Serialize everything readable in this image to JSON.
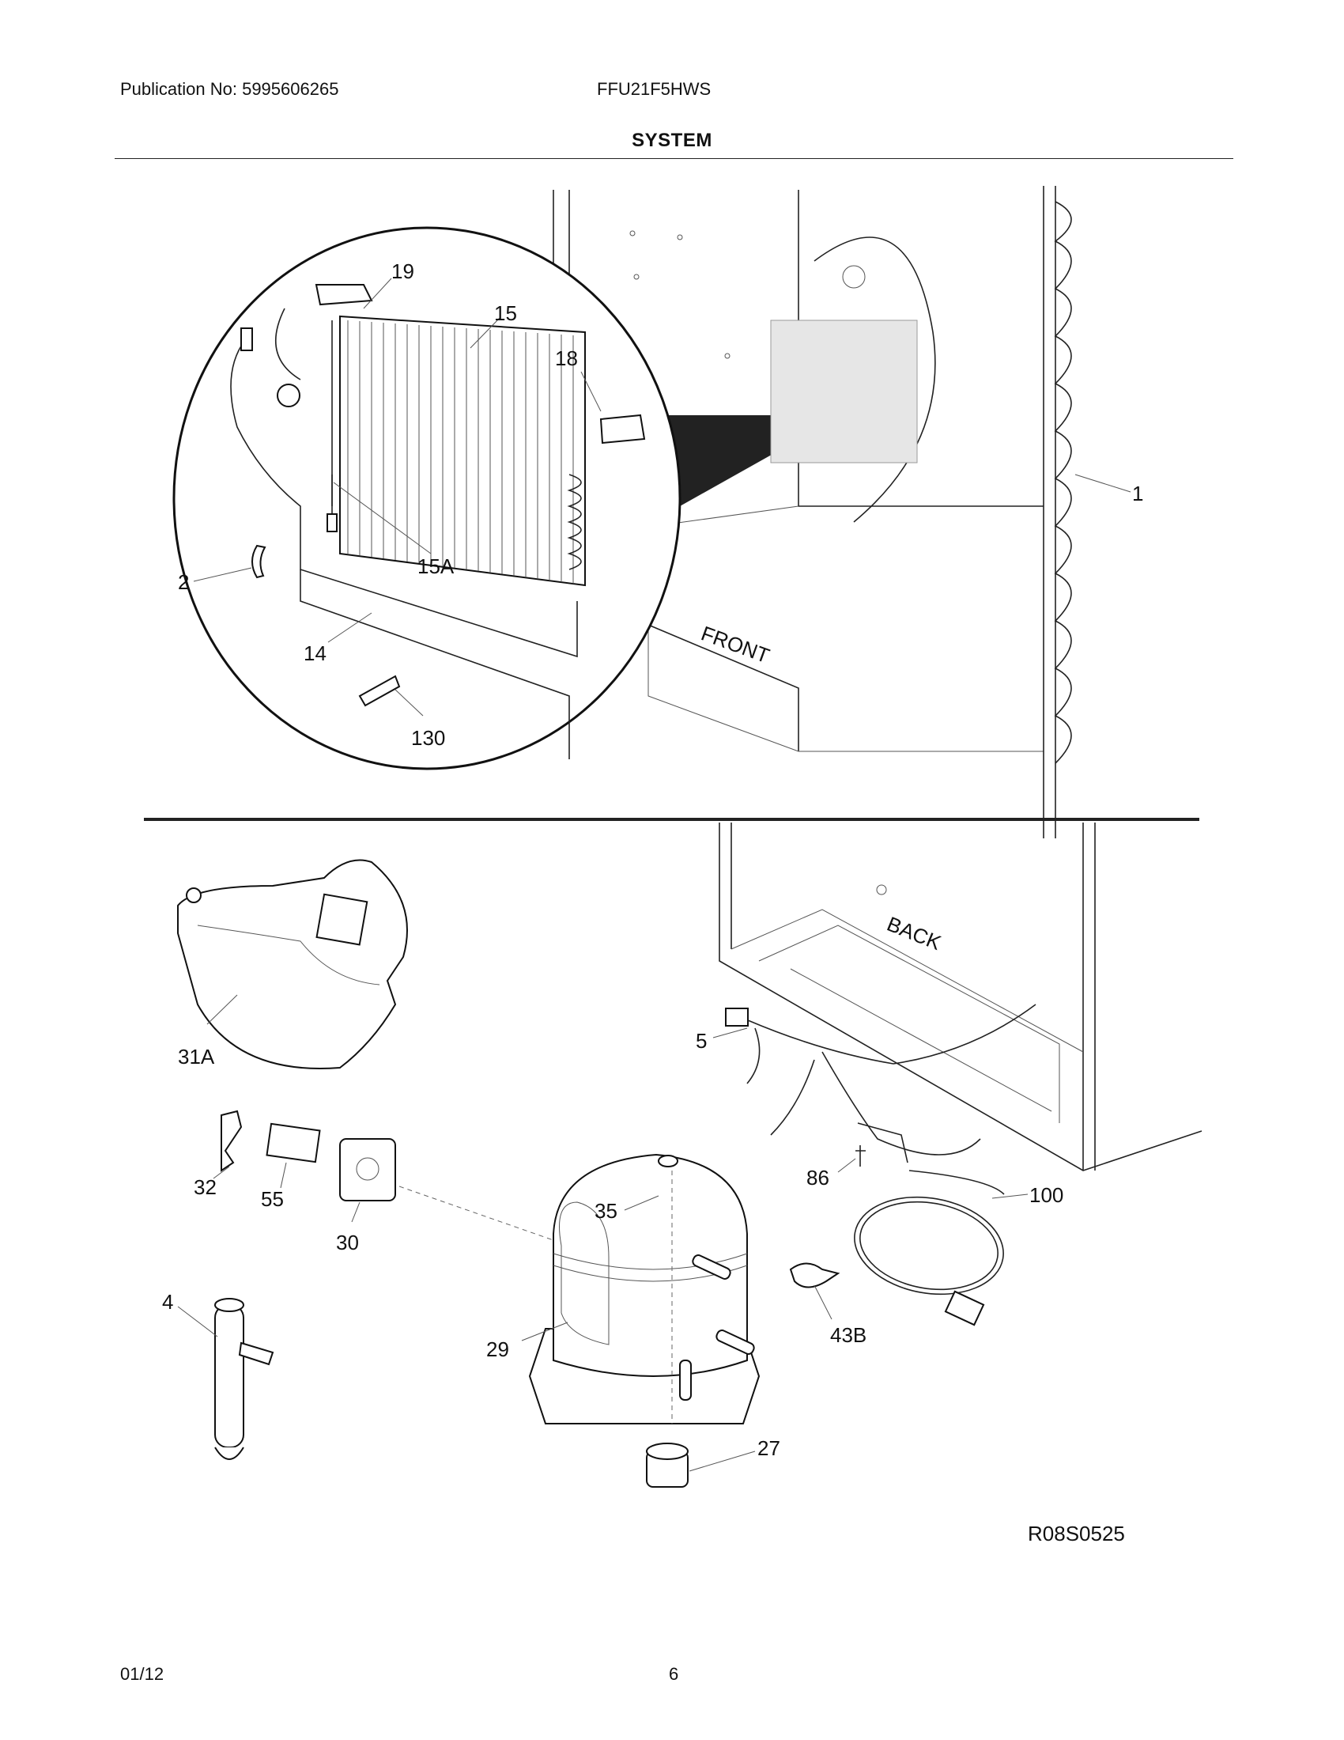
{
  "header": {
    "publication": "Publication No: 5995606265",
    "model": "FFU21F5HWS",
    "section_title": "SYSTEM"
  },
  "callouts": {
    "c19": "19",
    "c15": "15",
    "c18": "18",
    "c15A": "15A",
    "c2": "2",
    "c14": "14",
    "c130": "130",
    "c1": "1",
    "c31A": "31A",
    "c32": "32",
    "c55": "55",
    "c30": "30",
    "c5": "5",
    "c86": "86",
    "c100": "100",
    "c35": "35",
    "c29": "29",
    "c43B": "43B",
    "c4": "4",
    "c27": "27"
  },
  "cabinet_labels": {
    "front": "FRONT",
    "back": "BACK"
  },
  "diagram_code": "R08S0525",
  "footer": {
    "date": "01/12",
    "page": "6"
  }
}
